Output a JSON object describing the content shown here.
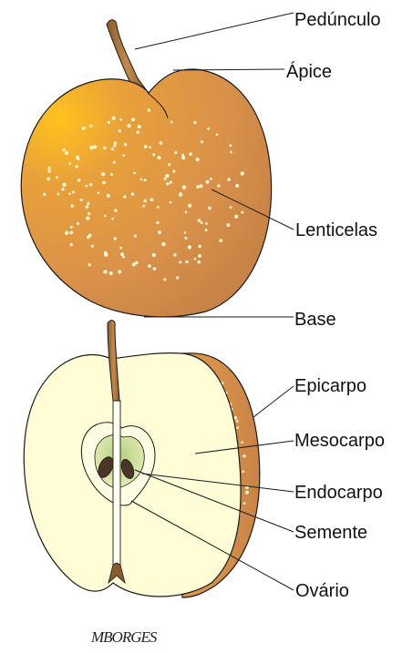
{
  "labels": {
    "peduncle": "Pedúnculo",
    "apex": "Ápice",
    "lenticels": "Lenticelas",
    "base": "Base",
    "epicarp": "Epicarpo",
    "mesocarp": "Mesocarpo",
    "endocarp": "Endocarpo",
    "seed": "Semente",
    "ovary": "Ovário"
  },
  "signature": "MBORGES",
  "colors": {
    "skin": "#D9914A",
    "skin_highlight": "#FFC31E",
    "skin_shadow": "#C88346",
    "flesh": "#FFFDD6",
    "stem": "#B0773C",
    "seed": "#4A3526",
    "core": "#C6D99A",
    "lenticel": "#FFF6D5",
    "outline": "#1A1A1A"
  }
}
